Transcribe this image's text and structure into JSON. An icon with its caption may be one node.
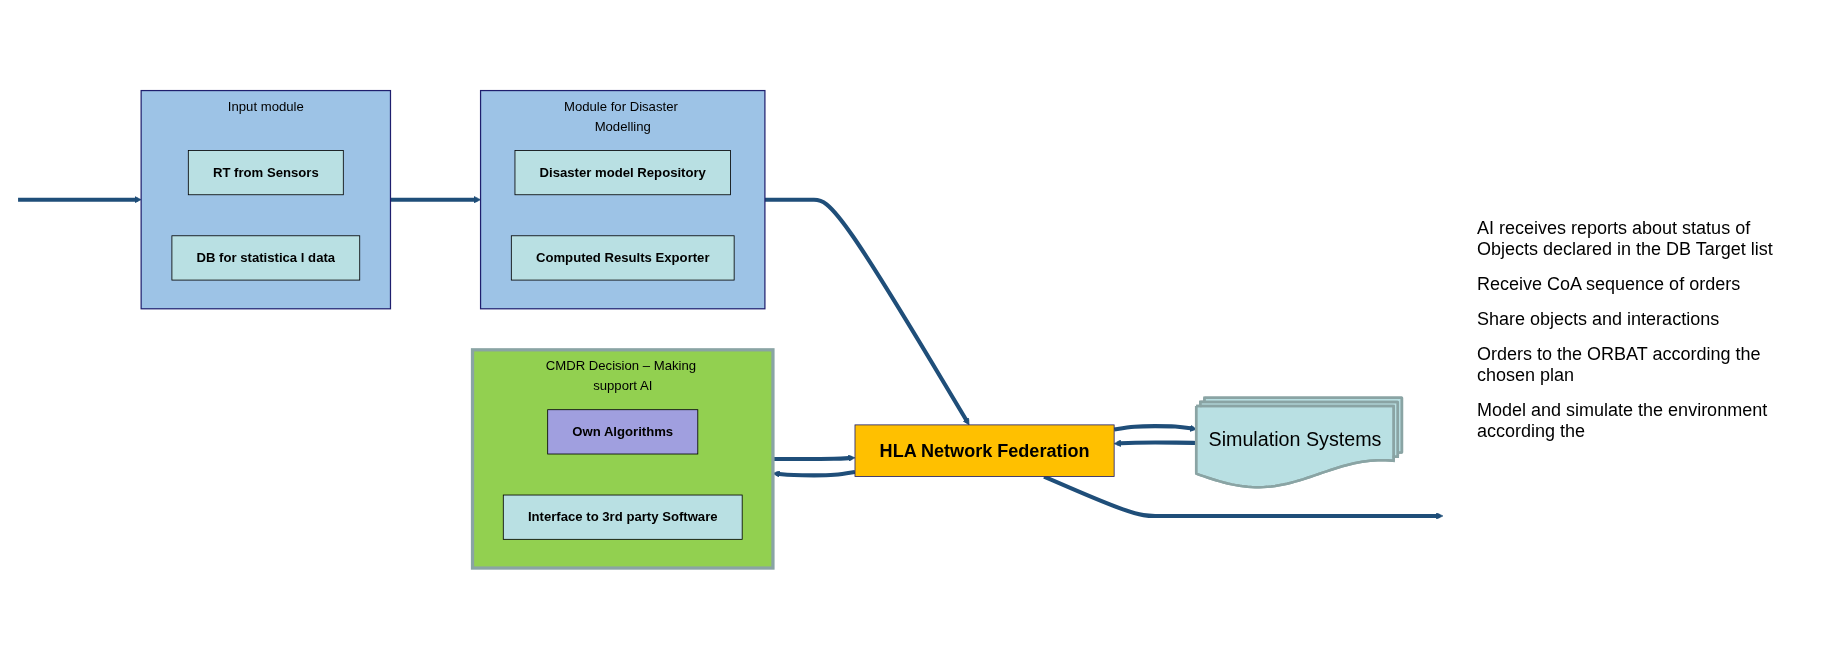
{
  "diagram": {
    "nodes": [
      {
        "text": [
          "Input module"
        ]
      },
      {
        "text": [
          "RT from Sensors"
        ],
        "in": 0
      },
      {
        "text": [
          "DB for statistica l data"
        ],
        "in": 0
      },
      {
        "text": [
          "Module for Disaster Modelling"
        ]
      },
      {
        "text": [
          "Disaster model Repository"
        ],
        "in": 3
      },
      {
        "text": [
          "Computed Results Exporter"
        ],
        "in": 3
      },
      {
        "text": [
          "CMDR Decision – Making support AI"
        ]
      },
      {
        "text": [
          "Own Algorithms"
        ],
        "in": 6
      },
      {
        "text": [
          "Interface to 3rd party Software"
        ],
        "in": 6
      },
      {
        "text": [
          "HLA Network Federation"
        ]
      },
      {
        "text": [
          "Simulation Systems"
        ]
      }
    ],
    "edges": [
      {
        "from": null,
        "to": 0,
        "arrow": "to"
      },
      {
        "from": 0,
        "to": 3,
        "arrow": "to"
      },
      {
        "from": 3,
        "to": 9,
        "arrow": "to"
      },
      {
        "from": 9,
        "to": 6,
        "arrow": "to"
      },
      {
        "from": 6,
        "to": 9,
        "arrow": "to"
      },
      {
        "from": 9,
        "to": 10,
        "arrow": "to"
      },
      {
        "from": 10,
        "to": 9,
        "arrow": "to"
      },
      {
        "from": 9,
        "to": null,
        "arrow": "to"
      }
    ],
    "labels": [
      "AI receives reports about status of Objects declared in the DB Target list",
      "Receive CoA sequence of orders",
      "Share objects and interactions",
      "Orders to the ORBAT according the chosen plan",
      "Model and simulate the environment according the"
    ]
  }
}
